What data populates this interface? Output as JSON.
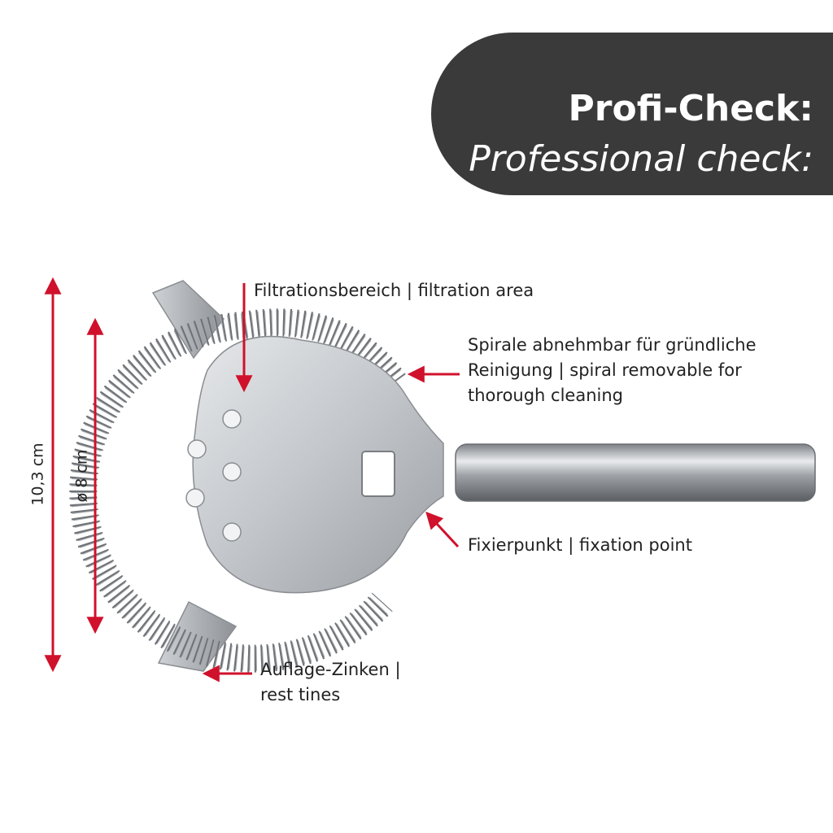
{
  "banner": {
    "title": "Profi-Check:",
    "subtitle": "Professional check:"
  },
  "dimensions": {
    "height": "10,3 cm",
    "diameter": "ø 8 cm"
  },
  "callouts": {
    "filtration": "Filtrationsbereich | filtration area",
    "spiral_line1": "Spirale abnehmbar für gründliche",
    "spiral_line2": "Reinigung | spiral removable for",
    "spiral_line3": "thorough cleaning",
    "fixation": "Fixierpunkt | fixation point",
    "tines_line1": "Auflage-Zinken |",
    "tines_line2": "rest tines"
  },
  "colors": {
    "accent": "#d0112b",
    "banner": "#3a3a3a",
    "steel": "#b8bcc0"
  },
  "icons": {
    "product": "cocktail-strainer-icon",
    "arrow": "red-arrow-icon"
  }
}
